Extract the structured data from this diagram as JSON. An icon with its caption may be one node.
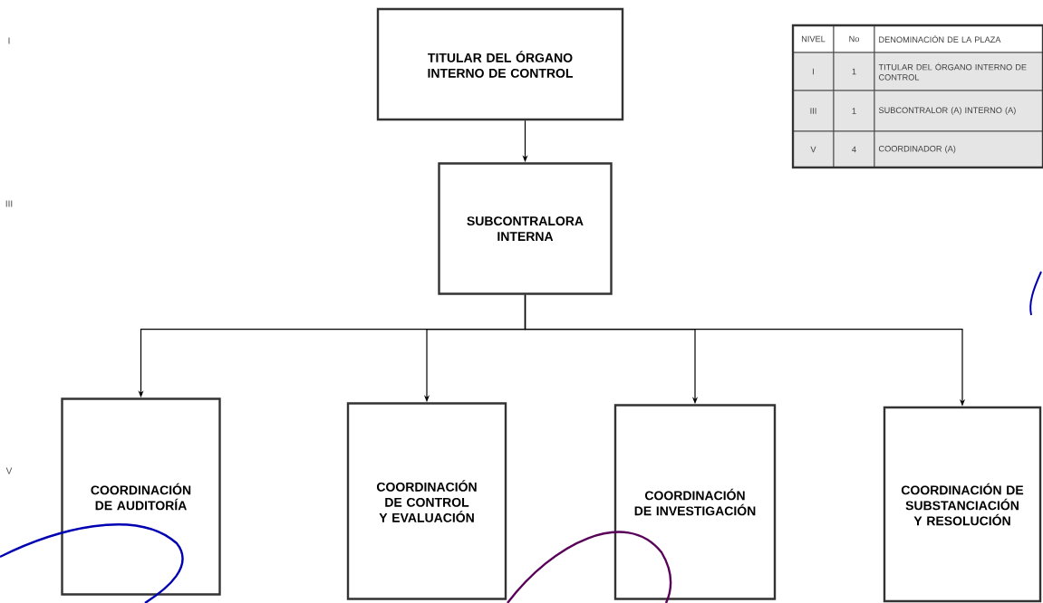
{
  "diagram": {
    "nodes": [
      {
        "text": [
          "TITULAR DEL ÓRGANO INTERNO DE CONTROL"
        ]
      },
      {
        "text": [
          "SUBCONTRALORA INTERNA"
        ]
      },
      {
        "text": [
          "COORDINACIÓN DE AUDITORÍA"
        ]
      },
      {
        "text": [
          "COORDINACIÓN DE CONTROL Y EVALUACIÓN"
        ]
      },
      {
        "text": [
          "COORDINACIÓN DE INVESTIGACIÓN"
        ]
      },
      {
        "text": [
          "COORDINACIÓN DE SUBSTANCIACIÓN Y RESOLUCIÓN"
        ]
      }
    ],
    "edges": [
      {
        "from": 0,
        "to": 1,
        "arrow": "to"
      },
      {
        "from": 1,
        "to": 2,
        "arrow": "to"
      },
      {
        "from": 1,
        "to": 3,
        "arrow": "to"
      },
      {
        "from": 1,
        "to": 4,
        "arrow": "to"
      },
      {
        "from": 1,
        "to": 5,
        "arrow": "to"
      }
    ],
    "labels": [
      "I",
      "III",
      "V",
      "NIVEL",
      "No",
      "DENOMINACIÓN DE LA PLAZA",
      "I",
      "1",
      "TITULAR DEL ÓRGANO INTERNO DE CONTROL",
      "III",
      "1",
      "SUBCONTRALOR (A) INTERNO (A)",
      "V",
      "4",
      "COORDINADOR (A)"
    ]
  }
}
